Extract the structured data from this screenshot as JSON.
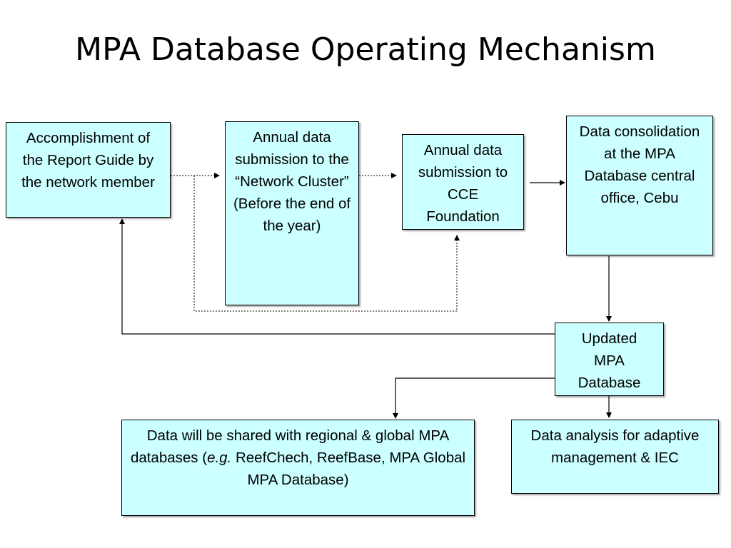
{
  "title": "MPA Database Operating Mechanism",
  "nodes": {
    "accomplishment": "Accomplishment of the Report Guide by the network member",
    "network_cluster": "Annual data submission to the “Network Cluster” (Before the end of the year)",
    "cce_foundation": "Annual data submission to CCE Foundation",
    "consolidation": "Data consolidation at the MPA Database central office, Cebu",
    "updated_db": "Updated MPA Database",
    "shared": {
      "prefix": "Data will be shared with regional & global MPA databases (",
      "italic": "e.g.",
      "suffix": " ReefChech, ReefBase, MPA Global MPA Database)"
    },
    "analysis": "Data analysis for adaptive management & IEC"
  }
}
